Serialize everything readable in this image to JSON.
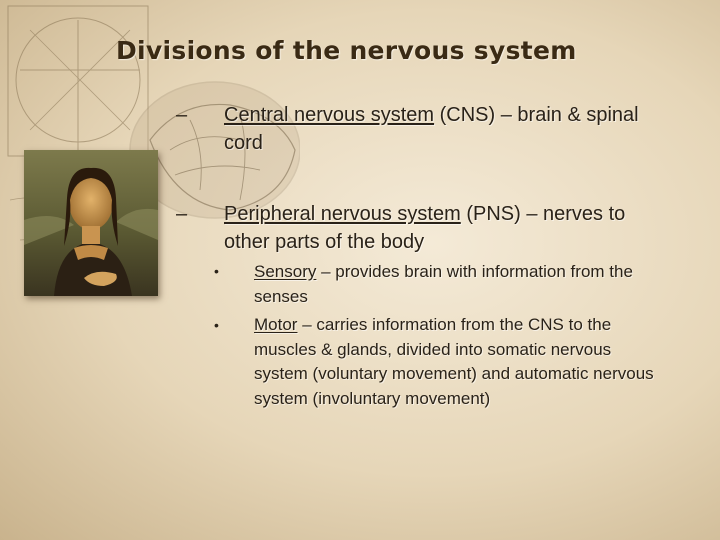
{
  "title": "Divisions of the nervous system",
  "items": [
    {
      "marker": "–",
      "term": "Central nervous system",
      "rest": " (CNS) – brain & spinal cord"
    },
    {
      "marker": "–",
      "term": "Peripheral nervous system",
      "rest": " (PNS) – nerves to other parts of the body",
      "subitems": [
        {
          "marker": "•",
          "term": "Sensory",
          "rest": " – provides brain with information from the senses"
        },
        {
          "marker": "•",
          "term": "Motor",
          "rest": " – carries information from the CNS to the muscles & glands, divided into somatic nervous system (voluntary movement) and automatic nervous system (involuntary movement)"
        }
      ]
    }
  ]
}
